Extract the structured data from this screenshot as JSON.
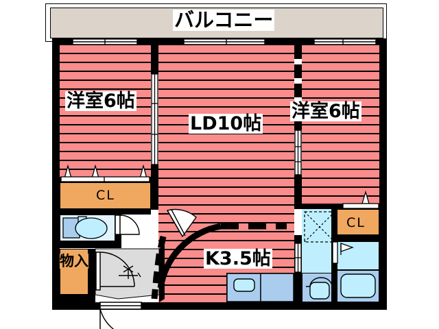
{
  "plan": {
    "type": "japanese-apartment-floorplan",
    "layout_code": "2LDK",
    "balcony": {
      "label": "バルコニー"
    },
    "rooms": [
      {
        "id": "washitsu-left",
        "label": "洋室6帖",
        "name_en": "Western room 6 tatami (left)",
        "size_jo": 6
      },
      {
        "id": "living-dining",
        "label": "LD10帖",
        "name_en": "Living Dining 10 tatami",
        "size_jo": 10
      },
      {
        "id": "washitsu-right",
        "label": "洋室6帖",
        "name_en": "Western room 6 tatami (right)",
        "size_jo": 6
      },
      {
        "id": "kitchen",
        "label": "K3.5帖",
        "name_en": "Kitchen 3.5 tatami",
        "size_jo": 3.5
      }
    ],
    "closets": [
      {
        "id": "closet-left",
        "label": "CL"
      },
      {
        "id": "closet-right",
        "label": "CL"
      }
    ],
    "storage": {
      "id": "monoire",
      "label": "物入",
      "name_en": "Storage"
    },
    "fixtures": [
      {
        "id": "toilet",
        "name_en": "Toilet"
      },
      {
        "id": "washbasin",
        "name_en": "Wash basin"
      },
      {
        "id": "bathtub",
        "name_en": "Bathtub"
      },
      {
        "id": "kitchen-sink",
        "name_en": "Kitchen sink"
      },
      {
        "id": "washer-space",
        "name_en": "Washing machine space"
      },
      {
        "id": "entrance",
        "name_en": "Genkan entrance"
      }
    ],
    "colors": {
      "room_fill": "#fa8c8c",
      "balcony_fill": "#dcd3cb",
      "closet_fill": "#f0a860",
      "water_fill": "#bfefff",
      "water_dark_fill": "#aacdee",
      "genkan_fill": "#dcdcdc",
      "wall": "#000000",
      "background": "#ffffff"
    }
  }
}
